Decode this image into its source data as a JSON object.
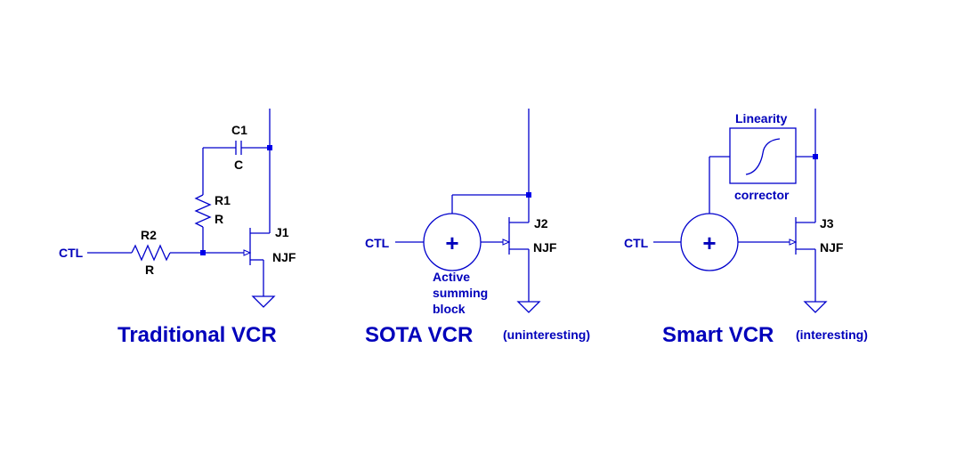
{
  "traditional": {
    "ctl_label": "CTL",
    "r2_name": "R2",
    "r2_value": "R",
    "r1_name": "R1",
    "r1_value": "R",
    "c1_name": "C1",
    "c1_value": "C",
    "j1_name": "J1",
    "j1_type": "NJF",
    "title": "Traditional VCR"
  },
  "sota": {
    "ctl_label": "CTL",
    "summer_symbol": "+",
    "summer_caption_line1": "Active",
    "summer_caption_line2": "summing",
    "summer_caption_line3": "block",
    "j2_name": "J2",
    "j2_type": "NJF",
    "title": "SOTA VCR",
    "note": "(uninteresting)"
  },
  "smart": {
    "ctl_label": "CTL",
    "summer_symbol": "+",
    "linearity_label": "Linearity",
    "corrector_label": "corrector",
    "j3_name": "J3",
    "j3_type": "NJF",
    "title": "Smart VCR",
    "note": "(interesting)"
  },
  "colors": {
    "wire": "#0000cc",
    "title": "#0000bb",
    "component_label": "#000000"
  }
}
